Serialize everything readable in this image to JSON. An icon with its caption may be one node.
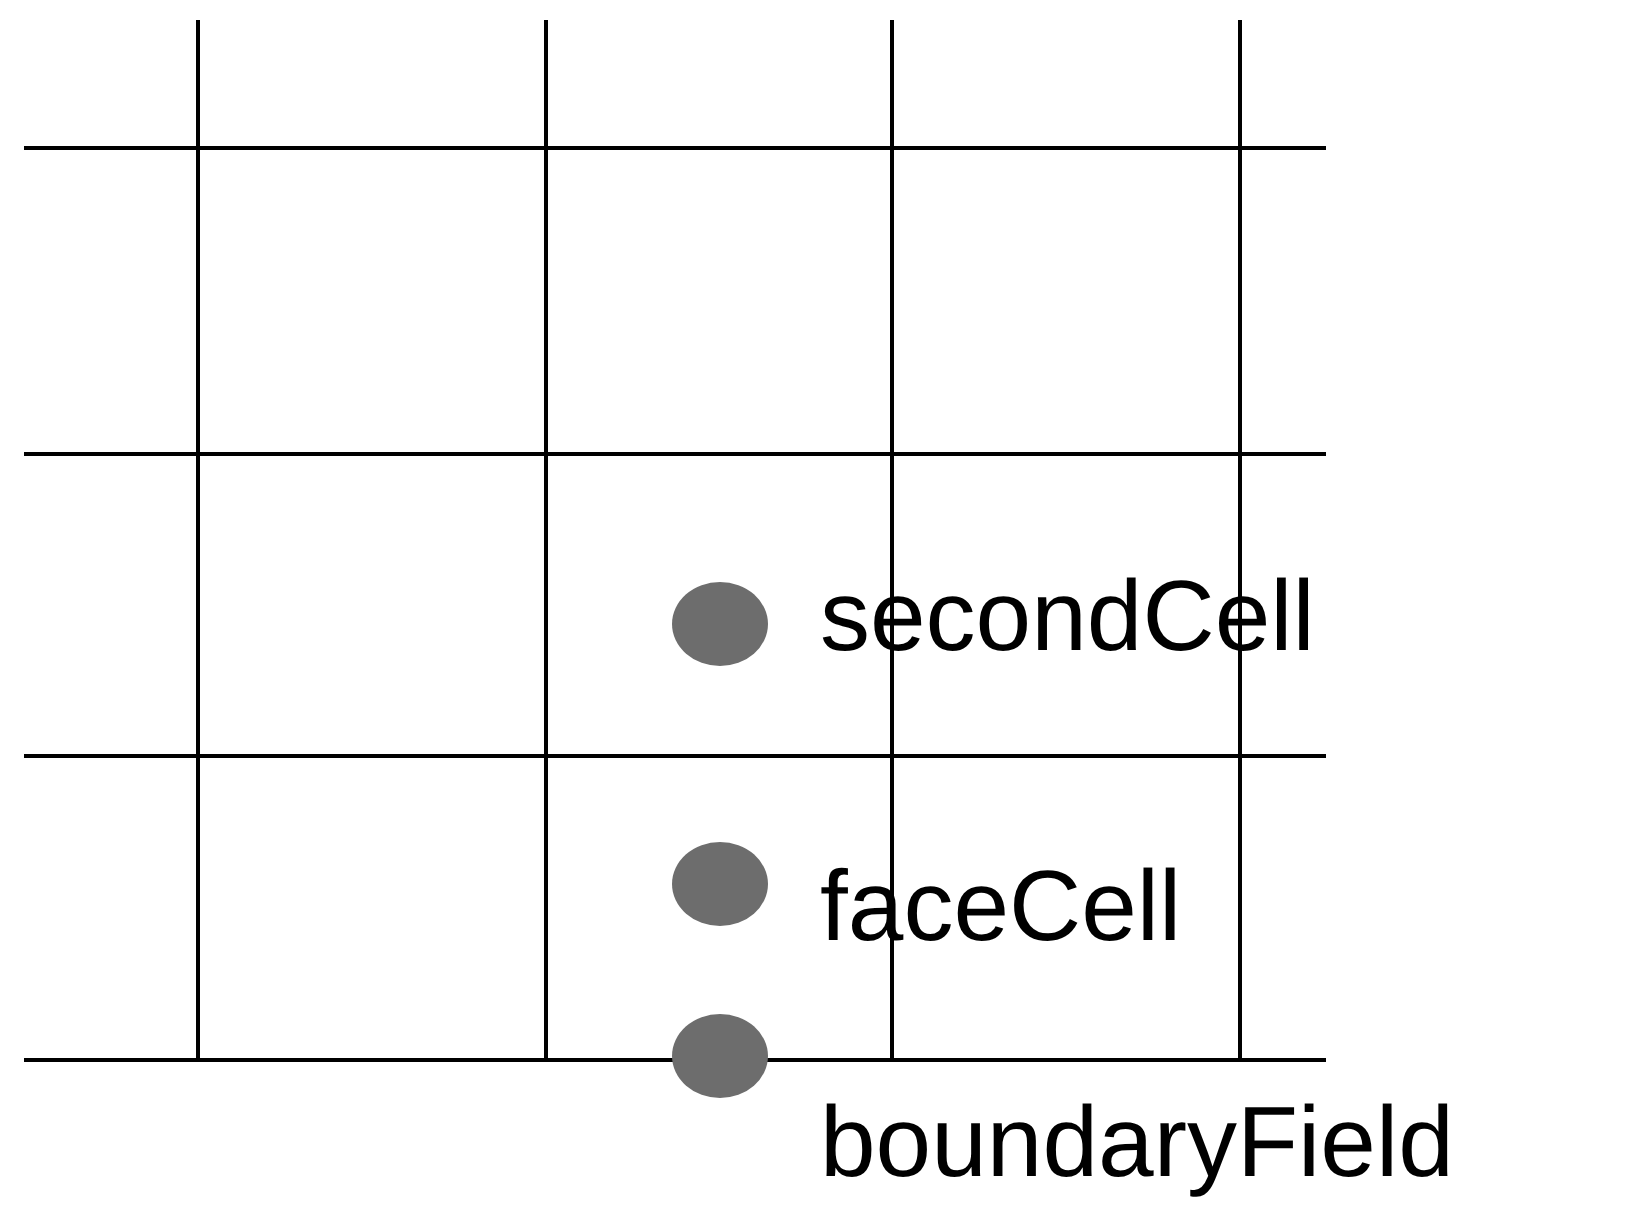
{
  "diagram": {
    "nodes": [
      {
        "text": [],
        "shape": "circle",
        "beside": [
          "secondCell"
        ]
      },
      {
        "text": [],
        "shape": "circle",
        "beside": [
          "faceCell"
        ]
      },
      {
        "text": [],
        "shape": "circle",
        "beside": [
          "boundaryField"
        ]
      }
    ]
  }
}
